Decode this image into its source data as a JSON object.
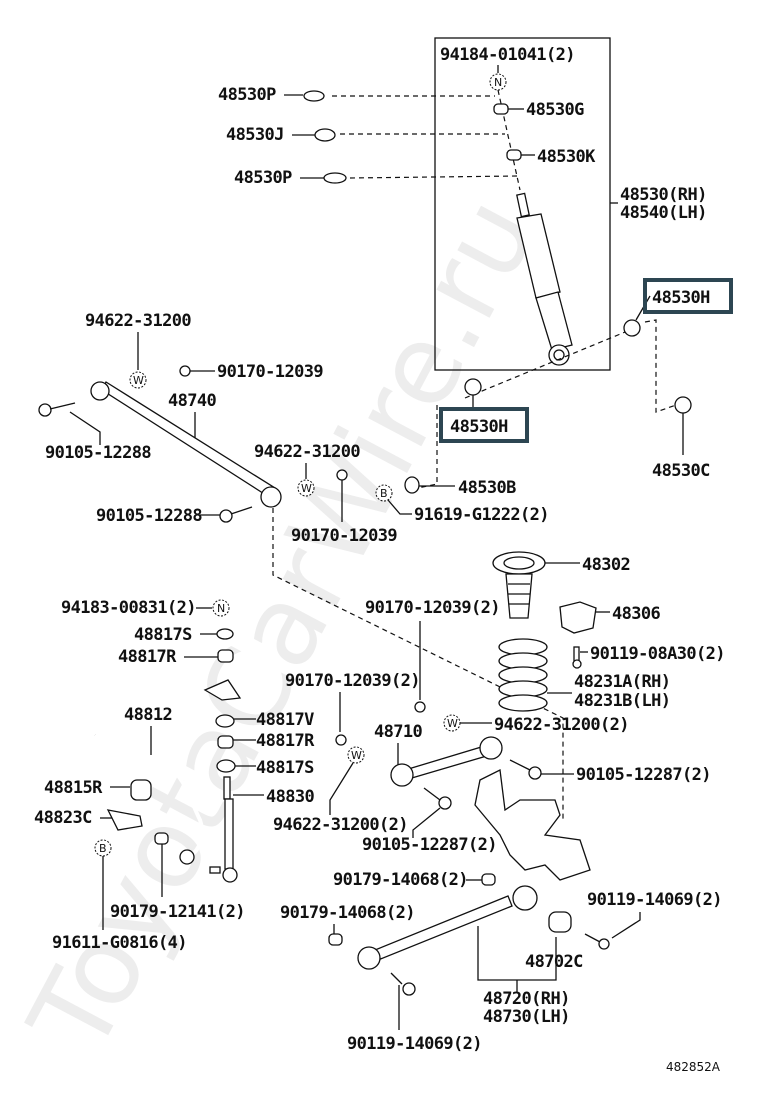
{
  "watermark": "ToyotaCarWire.ru",
  "diagram_code": "482852A",
  "highlight_color": "#2d4652",
  "symbols": {
    "nut": "N",
    "washer": "W",
    "bolt": "B"
  },
  "labels": {
    "p94184": "94184-01041(2)",
    "p48530P_a": "48530P",
    "p48530G": "48530G",
    "p48530J": "48530J",
    "p48530K": "48530K",
    "p48530P_b": "48530P",
    "p48530_rh": "48530(RH)",
    "p48540_lh": "48540(LH)",
    "p48530H_right": "48530H",
    "p48530H_left": "48530H",
    "p48530C": "48530C",
    "p48530B": "48530B",
    "p94622_a": "94622-31200",
    "p90170_a": "90170-12039",
    "p48740": "48740",
    "p90105_12288_a": "90105-12288",
    "p94622_b": "94622-31200",
    "p90105_12288_b": "90105-12288",
    "p90170_b": "90170-12039",
    "p91619": "91619-G1222(2)",
    "p48302": "48302",
    "p48306": "48306",
    "p90119_08A30": "90119-08A30(2)",
    "p48231A": "48231A(RH)",
    "p48231B": "48231B(LH)",
    "p94183": "94183-00831(2)",
    "p48817S_a": "48817S",
    "p48817R_a": "48817R",
    "p90170_c": "90170-12039(2)",
    "p90170_d": "90170-12039(2)",
    "p94622_c": "94622-31200(2)",
    "p48812": "48812",
    "p48817V": "48817V",
    "p48817R_b": "48817R",
    "p48817S_b": "48817S",
    "p48830": "48830",
    "p48710": "48710",
    "p90105_12287_a": "90105-12287(2)",
    "p48815R": "48815R",
    "p48823C": "48823C",
    "p94622_d": "94622-31200(2)",
    "p90105_12287_b": "90105-12287(2)",
    "p90179_14068_a": "90179-14068(2)",
    "p90179_12141": "90179-12141(2)",
    "p90179_14068_b": "90179-14068(2)",
    "p90119_14069_a": "90119-14069(2)",
    "p91611": "91611-G0816(4)",
    "p48702C": "48702C",
    "p48720": "48720(RH)",
    "p48730": "48730(LH)",
    "p90119_14069_b": "90119-14069(2)"
  }
}
